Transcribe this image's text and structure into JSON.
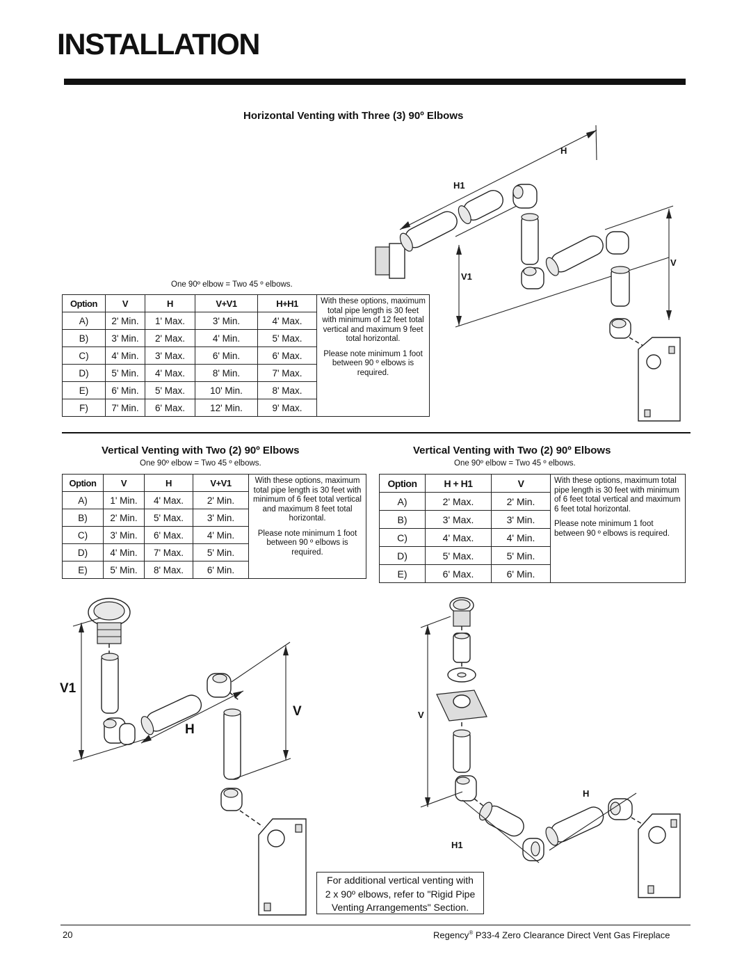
{
  "page": {
    "title": "INSTALLATION",
    "page_number": "20",
    "footer_brand": "Regency",
    "footer_reg": "®",
    "footer_product": " P33-4 Zero Clearance Direct Vent Gas Fireplace"
  },
  "horizontal": {
    "title": "Horizontal Venting with Three (3) 90º Elbows",
    "elbow_note": "One 90º elbow = Two 45 º elbows.",
    "headers": [
      "Option",
      "V",
      "H",
      "V+V1",
      "H+H1"
    ],
    "rows": [
      [
        "A)",
        "2'  Min.",
        "1' Max.",
        "3'  Min.",
        "4' Max."
      ],
      [
        "B)",
        "3'  Min.",
        "2' Max.",
        "4'  Min.",
        "5' Max."
      ],
      [
        "C)",
        "4'  Min.",
        "3' Max.",
        "6'  Min.",
        "6' Max."
      ],
      [
        "D)",
        "5'  Min.",
        "4' Max.",
        "8'  Min.",
        "7' Max."
      ],
      [
        "E)",
        "6'  Min.",
        "5' Max.",
        "10'  Min.",
        "8' Max."
      ],
      [
        "F)",
        "7'  Min.",
        "6' Max.",
        "12'  Min.",
        "9' Max."
      ]
    ],
    "side_note_1": "With these options, maximum total pipe length is 30 feet with minimum of 12 feet total vertical and maximum 9 feet total horizontal.",
    "side_note_2": "Please note minimum 1 foot between 90 º elbows is required.",
    "diagram_labels": {
      "h": "H",
      "h1": "H1",
      "v": "V",
      "v1": "V1"
    }
  },
  "vertical_left": {
    "title": "Vertical Venting with Two (2) 90º Elbows",
    "elbow_note": "One 90º elbow = Two 45 º elbows.",
    "headers": [
      "Option",
      "V",
      "H",
      "V+V1"
    ],
    "rows": [
      [
        "A)",
        "1' Min.",
        "4'  Max.",
        "2' Min."
      ],
      [
        "B)",
        "2' Min.",
        "5'  Max.",
        "3' Min."
      ],
      [
        "C)",
        "3' Min.",
        "6'  Max.",
        "4' Min."
      ],
      [
        "D)",
        "4' Min.",
        "7'  Max.",
        "5' Min."
      ],
      [
        "E)",
        "5' Min.",
        "8'  Max.",
        "6' Min."
      ]
    ],
    "side_note_1": "With these options, maximum total pipe length is 30 feet with minimum of 6 feet total vertical and maximum 8 feet total horizontal.",
    "side_note_2": "Please note minimum 1 foot between 90 º elbows is required.",
    "diagram_labels": {
      "v1": "V1",
      "v": "V",
      "h": "H"
    }
  },
  "vertical_right": {
    "title": "Vertical Venting with Two (2) 90º Elbows",
    "elbow_note": "One 90º elbow = Two 45 º elbows.",
    "headers": [
      "Option",
      "H + H1",
      "V"
    ],
    "rows": [
      [
        "A)",
        "2'  Max.",
        "2' Min."
      ],
      [
        "B)",
        "3'  Max.",
        "3' Min."
      ],
      [
        "C)",
        "4'  Max.",
        "4' Min."
      ],
      [
        "D)",
        "5'  Max.",
        "5' Min."
      ],
      [
        "E)",
        "6'  Max.",
        "6' Min."
      ]
    ],
    "side_note_1": "With these options, maximum total pipe length is 30 feet with minimum of 6 feet total vertical and maximum 6 feet total horizontal.",
    "side_note_2": "Please note minimum 1 foot between 90 º elbows is required.",
    "diagram_labels": {
      "v": "V",
      "h": "H",
      "h1": "H1"
    },
    "callout": [
      "For additional vertical venting with",
      "2 x 90º elbows, refer to \"Rigid Pipe",
      "Venting Arrangements\" Section."
    ]
  }
}
